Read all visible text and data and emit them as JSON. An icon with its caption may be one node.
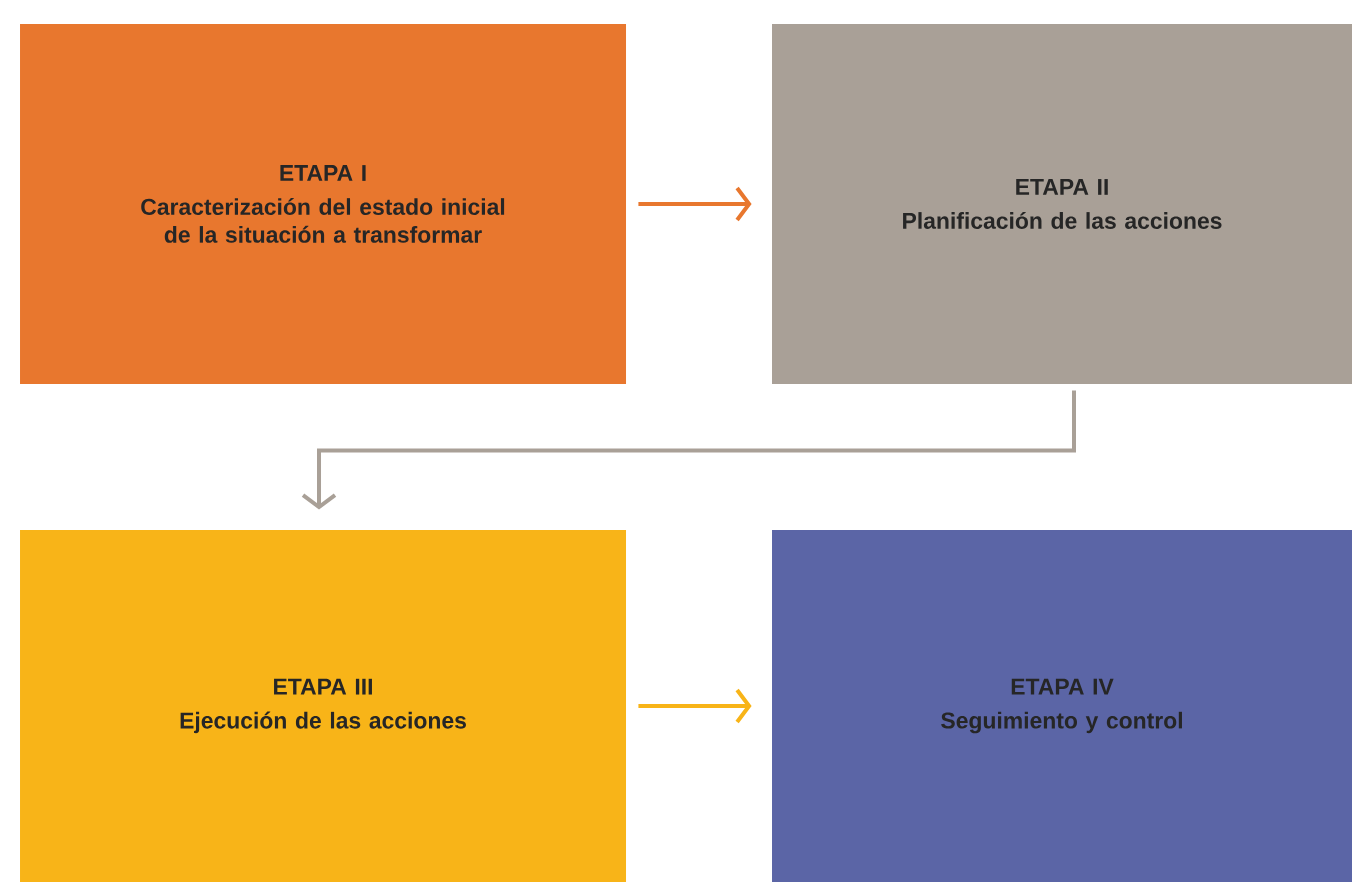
{
  "diagram": {
    "nodes": [
      {
        "text": [
          "ETAPA I",
          "Caracterización del estado inicial de la situación a transformar"
        ]
      },
      {
        "text": [
          "ETAPA II",
          "Planificación de las acciones"
        ]
      },
      {
        "text": [
          "ETAPA III",
          "Ejecución de las acciones"
        ]
      },
      {
        "text": [
          "ETAPA IV",
          "Seguimiento y control"
        ]
      }
    ],
    "edges": [
      {
        "from": 0,
        "to": 1,
        "arrow": "to",
        "color": "#e8772e"
      },
      {
        "from": 1,
        "to": 2,
        "arrow": "to",
        "color": "#a9a097"
      },
      {
        "from": 2,
        "to": 3,
        "arrow": "to",
        "color": "#f8b418"
      }
    ]
  }
}
